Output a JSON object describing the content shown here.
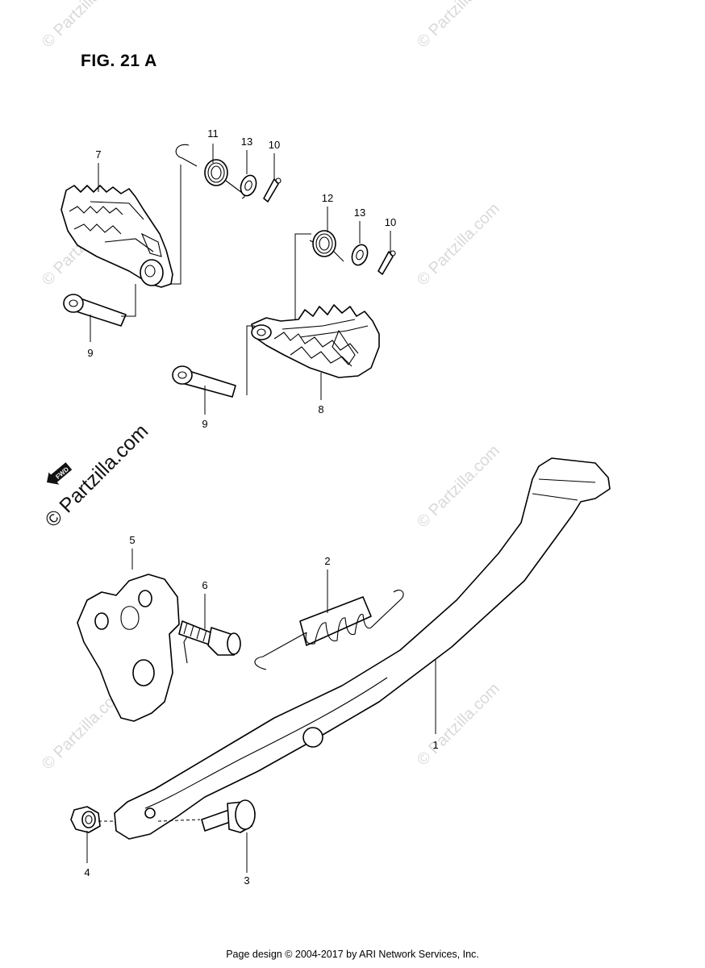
{
  "figure": {
    "title": "FIG. 21 A"
  },
  "watermark": {
    "text": "© Partzilla.com",
    "brand": "Partzilla.com"
  },
  "fwd_badge": {
    "label": "FWD"
  },
  "callouts": [
    {
      "id": "1",
      "label": "1",
      "part": "side stand"
    },
    {
      "id": "2",
      "label": "2",
      "part": "spring"
    },
    {
      "id": "3",
      "label": "3",
      "part": "stand bolt"
    },
    {
      "id": "4",
      "label": "4",
      "part": "nut"
    },
    {
      "id": "5",
      "label": "5",
      "part": "bracket"
    },
    {
      "id": "6",
      "label": "6",
      "part": "bolt"
    },
    {
      "id": "7",
      "label": "7",
      "part": "footrest"
    },
    {
      "id": "8",
      "label": "8",
      "part": "footrest"
    },
    {
      "id": "9a",
      "label": "9",
      "part": "pin"
    },
    {
      "id": "9b",
      "label": "9",
      "part": "pin"
    },
    {
      "id": "10a",
      "label": "10",
      "part": "cotter pin"
    },
    {
      "id": "10b",
      "label": "10",
      "part": "cotter pin"
    },
    {
      "id": "11",
      "label": "11",
      "part": "spring"
    },
    {
      "id": "12",
      "label": "12",
      "part": "spring"
    },
    {
      "id": "13a",
      "label": "13",
      "part": "washer"
    },
    {
      "id": "13b",
      "label": "13",
      "part": "washer"
    }
  ],
  "footer": {
    "text": "Page design © 2004-2017 by ARI Network Services, Inc."
  }
}
